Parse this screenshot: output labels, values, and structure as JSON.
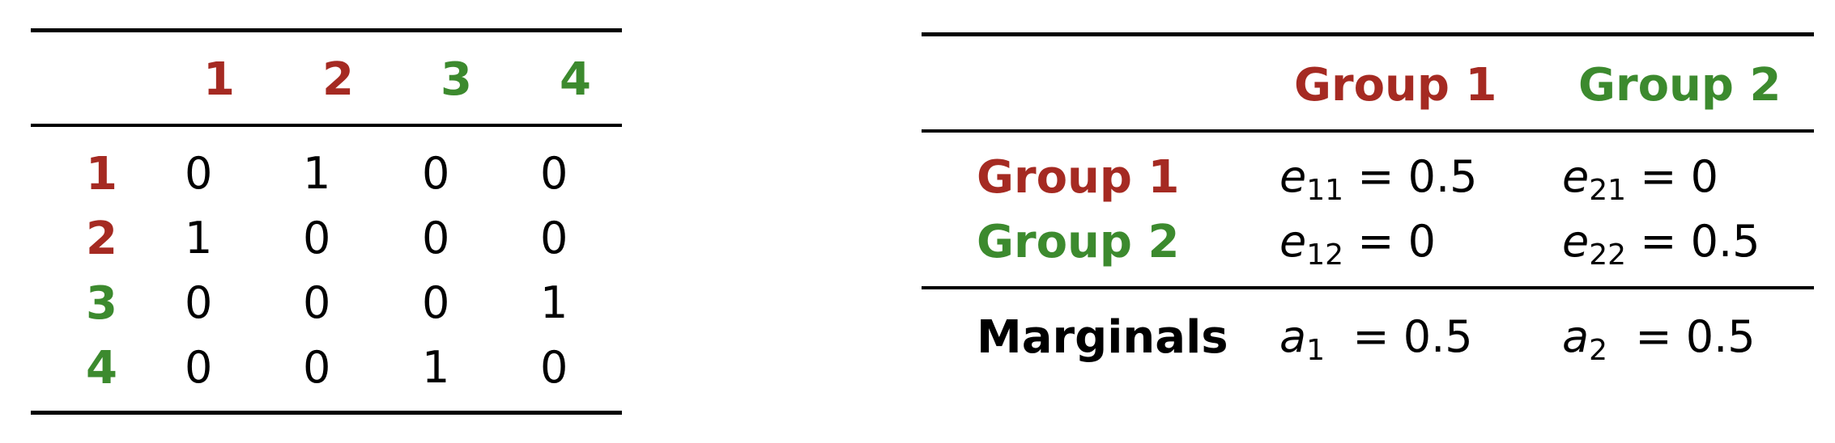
{
  "colors": {
    "group1": "#a52a22",
    "group2": "#3c8a2e",
    "text": "#000000"
  },
  "adjacency": {
    "column_headers": [
      {
        "label": "1",
        "group": "group1"
      },
      {
        "label": "2",
        "group": "group1"
      },
      {
        "label": "3",
        "group": "group2"
      },
      {
        "label": "4",
        "group": "group2"
      }
    ],
    "rows": [
      {
        "label": "1",
        "group": "group1",
        "cells": [
          "0",
          "1",
          "0",
          "0"
        ]
      },
      {
        "label": "2",
        "group": "group1",
        "cells": [
          "1",
          "0",
          "0",
          "0"
        ]
      },
      {
        "label": "3",
        "group": "group2",
        "cells": [
          "0",
          "0",
          "0",
          "1"
        ]
      },
      {
        "label": "4",
        "group": "group2",
        "cells": [
          "0",
          "0",
          "1",
          "0"
        ]
      }
    ]
  },
  "mixing": {
    "column_headers": [
      "Group 1",
      "Group 2"
    ],
    "rows": [
      {
        "label": "Group 1",
        "group": "group1",
        "cells": [
          {
            "var": "e",
            "sub": "11",
            "eq": " = 0.5"
          },
          {
            "var": "e",
            "sub": "21",
            "eq": " = 0"
          }
        ]
      },
      {
        "label": "Group 2",
        "group": "group2",
        "cells": [
          {
            "var": "e",
            "sub": "12",
            "eq": " = 0"
          },
          {
            "var": "e",
            "sub": "22",
            "eq": " = 0.5"
          }
        ]
      }
    ],
    "marginals": {
      "label": "Marginals",
      "cells": [
        {
          "var": "a",
          "sub": "1",
          "eq": "  = 0.5"
        },
        {
          "var": "a",
          "sub": "2",
          "eq": "  = 0.5"
        }
      ]
    }
  }
}
